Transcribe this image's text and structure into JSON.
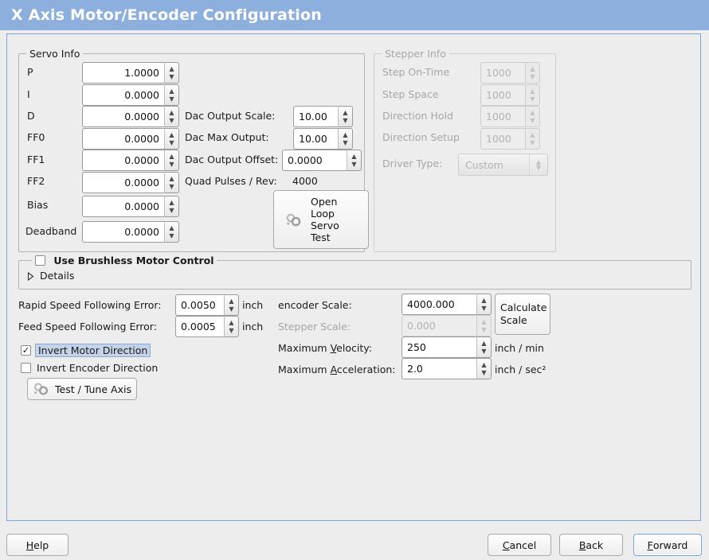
{
  "window": {
    "title": "X Axis Motor/Encoder Configuration",
    "header_color": "#8cafdd"
  },
  "servo": {
    "legend": "Servo Info",
    "rows": [
      {
        "label": "P",
        "value": "1.0000"
      },
      {
        "label": "I",
        "value": "0.0000"
      },
      {
        "label": "D",
        "value": "0.0000"
      },
      {
        "label": "FF0",
        "value": "0.0000"
      },
      {
        "label": "FF1",
        "value": "0.0000"
      },
      {
        "label": "FF2",
        "value": "0.0000"
      },
      {
        "label": "Bias",
        "value": "0.0000"
      },
      {
        "label": "Deadband",
        "value": "0.0000"
      }
    ],
    "dac": [
      {
        "label": "Dac Output Scale:",
        "value": "10.00"
      },
      {
        "label": "Dac Max Output:",
        "value": "10.00"
      },
      {
        "label": "Dac Output Offset:",
        "value": "0.0000"
      }
    ],
    "quad_pulses_label": "Quad Pulses / Rev:",
    "quad_pulses_value": "4000",
    "open_loop_button": [
      "Open",
      "Loop",
      "Servo",
      "Test"
    ]
  },
  "stepper": {
    "legend": "Stepper Info",
    "enabled": false,
    "rows": [
      {
        "label": "Step On-Time",
        "value": "1000"
      },
      {
        "label": "Step Space",
        "value": "1000"
      },
      {
        "label": "Direction Hold",
        "value": "1000"
      },
      {
        "label": "Direction Setup",
        "value": "1000"
      }
    ],
    "driver_type_label": "Driver Type:",
    "driver_type_value": "Custom"
  },
  "brushless": {
    "checkbox_label": "Use Brushless Motor Control",
    "checked": false,
    "details_label": "Details",
    "details_expanded": false
  },
  "errors": {
    "rapid_label": "Rapid Speed Following Error:",
    "rapid_value": "0.0050",
    "rapid_unit": "inch",
    "feed_label": "Feed Speed Following Error:",
    "feed_value": "0.0005",
    "feed_unit": "inch",
    "invert_motor_label": "Invert Motor Direction",
    "invert_motor_checked": true,
    "invert_encoder_label": "Invert Encoder Direction",
    "invert_encoder_checked": false,
    "test_tune_label": "Test / Tune Axis"
  },
  "scales": {
    "encoder_label": "encoder Scale:",
    "encoder_value": "4000.000",
    "stepper_label": "Stepper Scale:",
    "stepper_value": "0.000",
    "stepper_enabled": false,
    "calculate_button": [
      "Calculate",
      "Scale"
    ],
    "velocity_label_pre": "Maximum ",
    "velocity_label_key": "V",
    "velocity_label_post": "elocity:",
    "velocity_value": "250",
    "velocity_unit": "inch / min",
    "accel_label_pre": "Maximum ",
    "accel_label_key": "A",
    "accel_label_post": "cceleration:",
    "accel_value": "2.0",
    "accel_unit": "inch / sec²"
  },
  "footer": {
    "help_pre": "",
    "help_key": "H",
    "help_post": "elp",
    "cancel_pre": "",
    "cancel_key": "C",
    "cancel_post": "ancel",
    "back_pre": "",
    "back_key": "B",
    "back_post": "ack",
    "forward_pre": "",
    "forward_key": "F",
    "forward_post": "orward",
    "forward_focused": true
  },
  "icons": {
    "gear": "gears-icon",
    "spin_up": "▲",
    "spin_down": "▼",
    "check": "✓"
  }
}
